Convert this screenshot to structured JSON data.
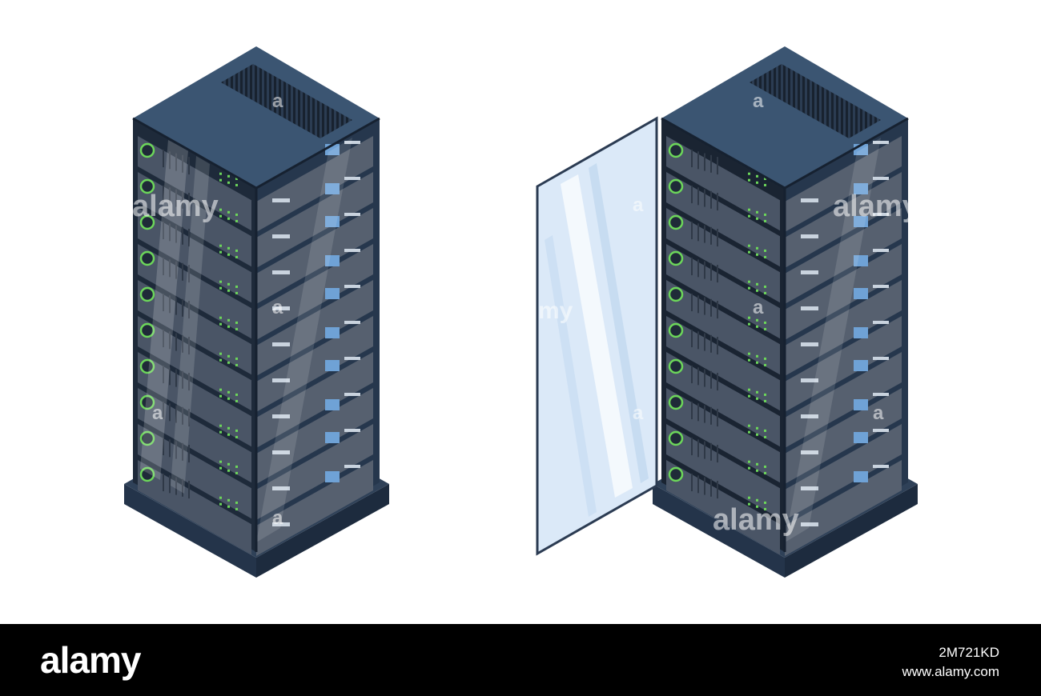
{
  "footer": {
    "brand": "alamy",
    "image_id": "2M721KD",
    "site_url": "www.alamy.com"
  },
  "watermark": {
    "text": "alamy",
    "letter": "a"
  },
  "illustration": {
    "left_rack": {
      "units": 10,
      "door": "closed"
    },
    "right_rack": {
      "units": 10,
      "door": "open"
    }
  },
  "colors": {
    "rack_body": "#2e4058",
    "rack_top": "#3b5572",
    "rack_edge": "#1b2838",
    "base": "#2a3a50",
    "server_front": "#4a5566",
    "server_side": "#56606f",
    "led_green": "#6cd65a",
    "side_panel_light": "#6fa2d6",
    "glass": "#dbe9f8",
    "footer_bg": "#000000"
  }
}
